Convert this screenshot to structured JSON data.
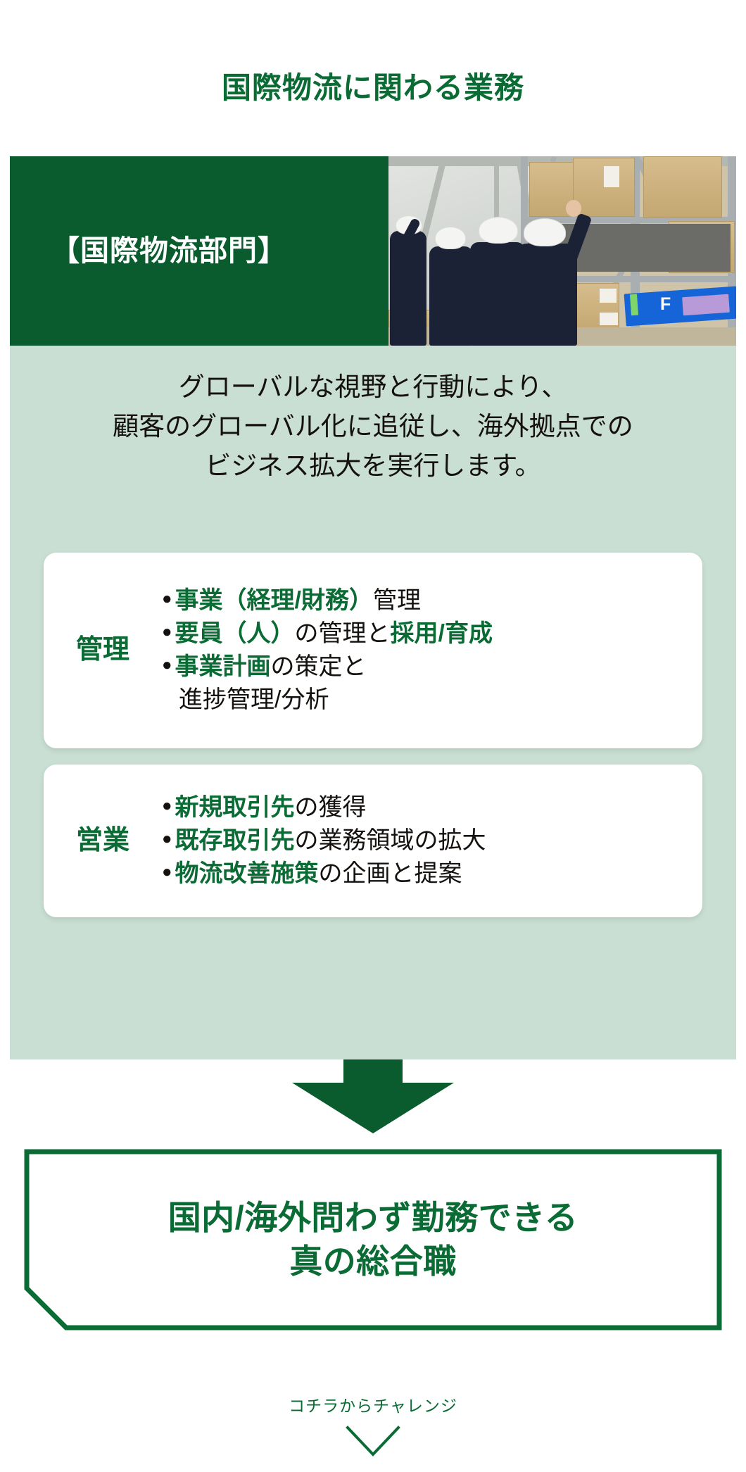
{
  "page": {
    "title": "国際物流に関わる業務"
  },
  "header": {
    "department_label": "【国際物流部門】",
    "photo": {
      "name": "warehouse-site-visit-photo",
      "sign_letter": "F"
    }
  },
  "intro": {
    "line1": "グローバルな視野と行動により、",
    "line2": "顧客のグローバル化に追従し、海外拠点での",
    "line3": "ビジネス拡大を実行します。"
  },
  "cards": [
    {
      "tag": "管理",
      "bullets": [
        {
          "dot": "●",
          "parts": [
            {
              "text": "事業（経理/財務）",
              "highlight": true
            },
            {
              "text": "管理",
              "highlight": false
            }
          ],
          "continuation": null
        },
        {
          "dot": "●",
          "parts": [
            {
              "text": "要員（人）",
              "highlight": true
            },
            {
              "text": "の管理と",
              "highlight": false
            },
            {
              "text": "採用/育成",
              "highlight": true
            }
          ],
          "continuation": null
        },
        {
          "dot": "●",
          "parts": [
            {
              "text": "事業計画",
              "highlight": true
            },
            {
              "text": "の策定と",
              "highlight": false
            }
          ],
          "continuation": "進捗管理/分析"
        }
      ]
    },
    {
      "tag": "営業",
      "bullets": [
        {
          "dot": "●",
          "parts": [
            {
              "text": "新規取引先",
              "highlight": true
            },
            {
              "text": "の獲得",
              "highlight": false
            }
          ],
          "continuation": null
        },
        {
          "dot": "●",
          "parts": [
            {
              "text": "既存取引先",
              "highlight": true
            },
            {
              "text": "の業務領域の拡大",
              "highlight": false
            }
          ],
          "continuation": null
        },
        {
          "dot": "●",
          "parts": [
            {
              "text": "物流改善施策",
              "highlight": true
            },
            {
              "text": "の企画と提案",
              "highlight": false
            }
          ],
          "continuation": null
        }
      ]
    }
  ],
  "arrow": {
    "name": "down-arrow-icon"
  },
  "outcome": {
    "line1": "国内/海外問わず勤務できる",
    "line2": "真の総合職"
  },
  "footer": {
    "cta": "コチラからチャレンジ",
    "chevron": "chevron-down-icon"
  },
  "colors": {
    "brand_green": "#0a5c2e",
    "title_green": "#0a6b34",
    "mint_panel": "#cadfd3",
    "card_white": "#ffffff",
    "body_text": "#15110f"
  }
}
